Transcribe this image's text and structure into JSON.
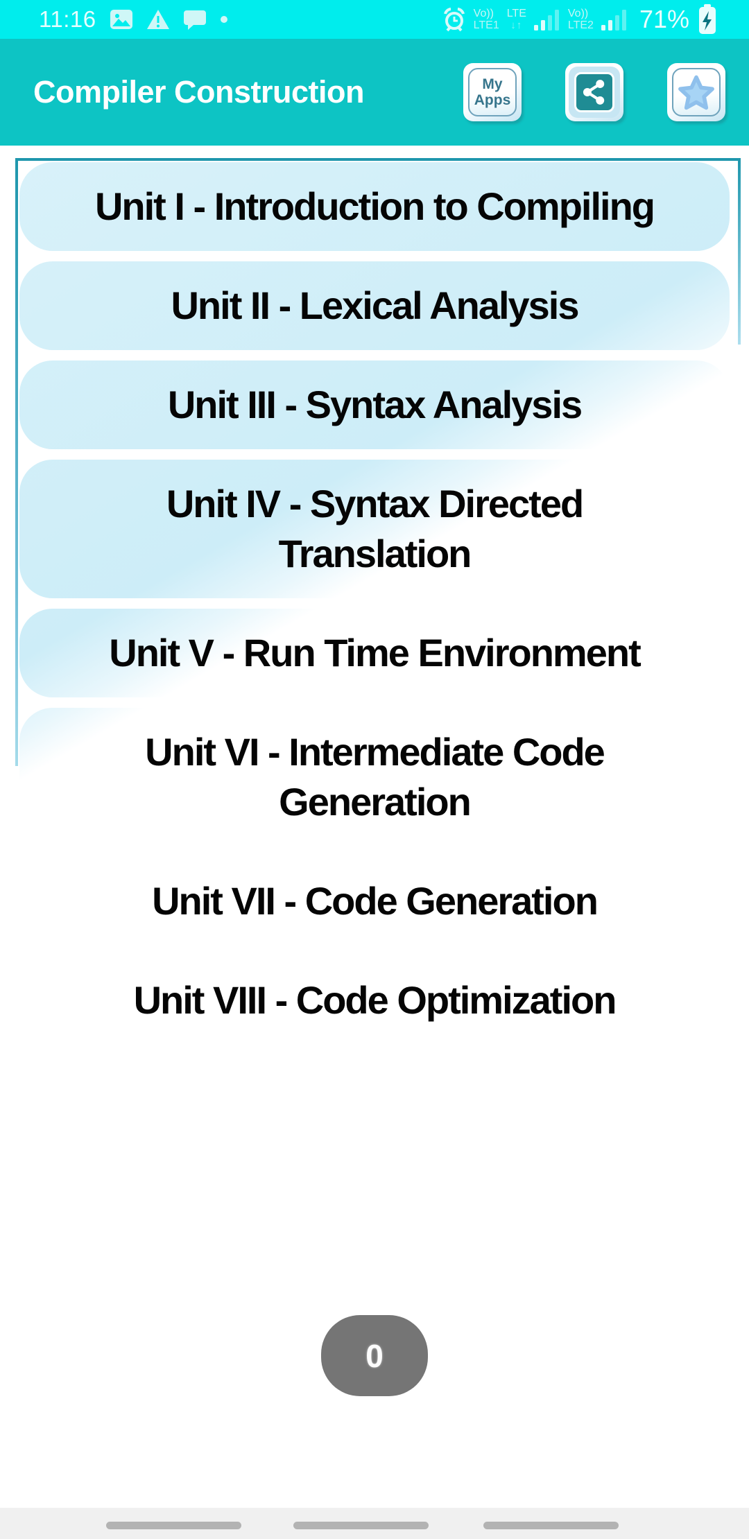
{
  "colors": {
    "status_bg": "#00EDED",
    "appbar_bg": "#0DC4C4",
    "panel_border": "#1F97AD",
    "card_blue": "#CDEDF8",
    "share_tile": "#1F8C94",
    "star_fill": "#A7D4F5",
    "badge_bg": "#757575",
    "navbar_bg": "#F0F0F0"
  },
  "status_bar": {
    "time": "11:16",
    "left_icons": [
      "image-icon",
      "warning-icon",
      "chat-icon",
      "notification-dot"
    ],
    "alarm_icon": "alarm-clock-icon",
    "sim1": {
      "volte": "Vo))",
      "net": "LTE1"
    },
    "data": {
      "net": "LTE",
      "arrows": "↓↑"
    },
    "sim2": {
      "volte": "Vo))",
      "net": "LTE2"
    },
    "battery_percent": "71%",
    "charging": true
  },
  "app_bar": {
    "title": "Compiler Construction",
    "my_apps_label": "My\nApps",
    "buttons": [
      "my-apps",
      "share",
      "favorite"
    ]
  },
  "units": [
    {
      "label": "Unit I - Introduction to Compiling"
    },
    {
      "label": "Unit II - Lexical Analysis"
    },
    {
      "label": "Unit III - Syntax Analysis"
    },
    {
      "label": "Unit IV - Syntax Directed\nTranslation"
    },
    {
      "label": "Unit V - Run Time Environment"
    },
    {
      "label": "Unit VI - Intermediate Code\nGeneration"
    },
    {
      "label": "Unit VII - Code Generation"
    },
    {
      "label": "Unit VIII - Code Optimization"
    }
  ],
  "counter_badge": {
    "count": "0"
  },
  "nav_bar": {
    "pills": [
      "recents",
      "home",
      "back"
    ]
  }
}
